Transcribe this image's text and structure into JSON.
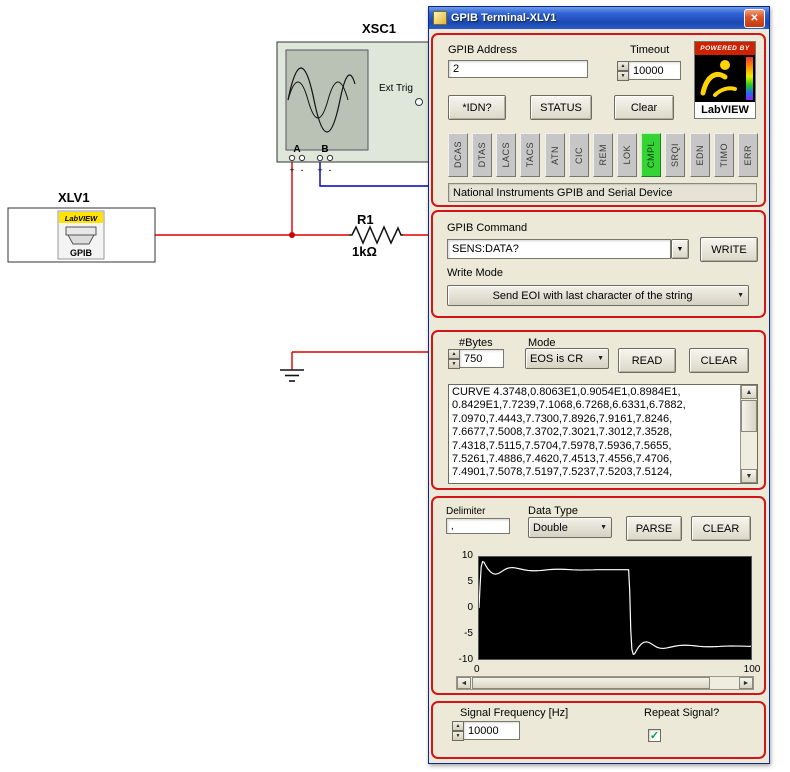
{
  "icons": {
    "close": "✕",
    "dropdown": "▼",
    "spin_up": "▲",
    "spin_down": "▼",
    "scroll_up": "▲",
    "scroll_down": "▼",
    "scroll_left": "◄",
    "scroll_right": "►",
    "check": "✓"
  },
  "window": {
    "title": "GPIB Terminal-XLV1"
  },
  "circuit": {
    "scope_label": "XSC1",
    "ext_trig_label": "Ext Trig",
    "term_a": "A",
    "term_b": "B",
    "plus": "+",
    "minus": "-",
    "device_label": "XLV1",
    "device_brand": "LabVIEW",
    "device_type": "GPIB",
    "resistor_label": "R1",
    "resistor_value": "1kΩ"
  },
  "gpib": {
    "address_label": "GPIB Address",
    "address_value": "2",
    "timeout_label": "Timeout",
    "timeout_value": "10000",
    "idn_button": "*IDN?",
    "status_button": "STATUS",
    "clear_button": "Clear",
    "logo_powered_by": "POWERED BY",
    "logo_brand": "LabVIEW",
    "indicators": [
      "DCAS",
      "DTAS",
      "LACS",
      "TACS",
      "ATN",
      "CIC",
      "REM",
      "LOK",
      "CMPL",
      "SRQI",
      "EDN",
      "TIMO",
      "ERR"
    ],
    "active_indicator": "CMPL",
    "device_status": "National Instruments GPIB and Serial Device"
  },
  "command": {
    "label": "GPIB Command",
    "value": "SENS:DATA?",
    "write_button": "WRITE",
    "write_mode_label": "Write Mode",
    "write_mode_value": "Send EOI with last character of the string"
  },
  "read": {
    "bytes_label": "#Bytes",
    "bytes_value": "750",
    "mode_label": "Mode",
    "mode_value": "EOS is CR",
    "read_button": "READ",
    "clear_button": "CLEAR",
    "data_text": "CURVE 4.3748,0.8063E1,0.9054E1,0.8984E1,\n0.8429E1,7.7239,7.1068,6.7268,6.6331,6.7882,\n7.0970,7.4443,7.7300,7.8926,7.9161,7.8246,\n7.6677,7.5008,7.3702,7.3021,7.3012,7.3528,\n7.4318,7.5115,7.5704,7.5978,7.5936,7.5655,\n7.5261,7.4886,7.4620,7.4513,7.4556,7.4706,\n7.4901,7.5078,7.5197,7.5237,7.5203,7.5124,"
  },
  "parse": {
    "delimiter_label": "Delimiter",
    "delimiter_value": ",",
    "datatype_label": "Data Type",
    "datatype_value": "Double",
    "parse_button": "PARSE",
    "clear_button": "CLEAR"
  },
  "signal": {
    "frequency_label": "Signal Frequency [Hz]",
    "frequency_value": "10000",
    "repeat_label": "Repeat Signal?",
    "repeat_checked": true
  },
  "chart_data": {
    "type": "line",
    "xlim": [
      0,
      100
    ],
    "ylim": [
      -10,
      10
    ],
    "xticks": [
      "0",
      "100"
    ],
    "yticks": [
      "10",
      "5",
      "0",
      "-5",
      "-10"
    ],
    "bg_color": "#000000",
    "line_color": "#ffffff",
    "points": [
      [
        0,
        0
      ],
      [
        0.4,
        4.4
      ],
      [
        0.8,
        8.1
      ],
      [
        1.3,
        9.1
      ],
      [
        1.8,
        9.0
      ],
      [
        2.4,
        8.4
      ],
      [
        3.2,
        7.7
      ],
      [
        4.2,
        7.1
      ],
      [
        5.2,
        6.73
      ],
      [
        6.2,
        6.63
      ],
      [
        7.2,
        6.79
      ],
      [
        8.2,
        7.1
      ],
      [
        9.2,
        7.44
      ],
      [
        10.2,
        7.73
      ],
      [
        11.2,
        7.89
      ],
      [
        12.4,
        7.92
      ],
      [
        13.6,
        7.82
      ],
      [
        15,
        7.67
      ],
      [
        16.5,
        7.5
      ],
      [
        18,
        7.37
      ],
      [
        19.5,
        7.3
      ],
      [
        21,
        7.3
      ],
      [
        22.5,
        7.35
      ],
      [
        24,
        7.43
      ],
      [
        25.5,
        7.51
      ],
      [
        27,
        7.57
      ],
      [
        28.5,
        7.6
      ],
      [
        30,
        7.59
      ],
      [
        31.5,
        7.57
      ],
      [
        33,
        7.53
      ],
      [
        34.5,
        7.49
      ],
      [
        36,
        7.46
      ],
      [
        37.5,
        7.45
      ],
      [
        39,
        7.46
      ],
      [
        40.5,
        7.47
      ],
      [
        42,
        7.49
      ],
      [
        43.5,
        7.51
      ],
      [
        45,
        7.52
      ],
      [
        46.5,
        7.52
      ],
      [
        48,
        7.52
      ],
      [
        49.5,
        7.51
      ],
      [
        51,
        7.51
      ],
      [
        52.5,
        7.51
      ],
      [
        54,
        7.51
      ],
      [
        55,
        7.5
      ],
      [
        55.4,
        3.5
      ],
      [
        55.8,
        -4.4
      ],
      [
        56.2,
        -8.1
      ],
      [
        56.7,
        -9.1
      ],
      [
        57.2,
        -9.0
      ],
      [
        57.8,
        -8.4
      ],
      [
        58.6,
        -7.7
      ],
      [
        59.6,
        -7.1
      ],
      [
        60.6,
        -6.73
      ],
      [
        61.6,
        -6.63
      ],
      [
        62.6,
        -6.79
      ],
      [
        63.6,
        -7.1
      ],
      [
        64.6,
        -7.44
      ],
      [
        65.6,
        -7.73
      ],
      [
        66.6,
        -7.89
      ],
      [
        67.8,
        -7.92
      ],
      [
        69,
        -7.82
      ],
      [
        70.4,
        -7.67
      ],
      [
        71.9,
        -7.5
      ],
      [
        73.4,
        -7.37
      ],
      [
        74.9,
        -7.3
      ],
      [
        76.4,
        -7.3
      ],
      [
        77.9,
        -7.35
      ],
      [
        79.4,
        -7.43
      ],
      [
        80.9,
        -7.51
      ],
      [
        82.4,
        -7.57
      ],
      [
        83.9,
        -7.6
      ],
      [
        85.4,
        -7.59
      ],
      [
        86.9,
        -7.57
      ],
      [
        88.4,
        -7.53
      ],
      [
        89.9,
        -7.49
      ],
      [
        91.4,
        -7.46
      ],
      [
        92.9,
        -7.45
      ],
      [
        94.4,
        -7.46
      ],
      [
        95.9,
        -7.47
      ],
      [
        97.4,
        -7.49
      ],
      [
        98.9,
        -7.51
      ],
      [
        100,
        -7.52
      ]
    ]
  }
}
